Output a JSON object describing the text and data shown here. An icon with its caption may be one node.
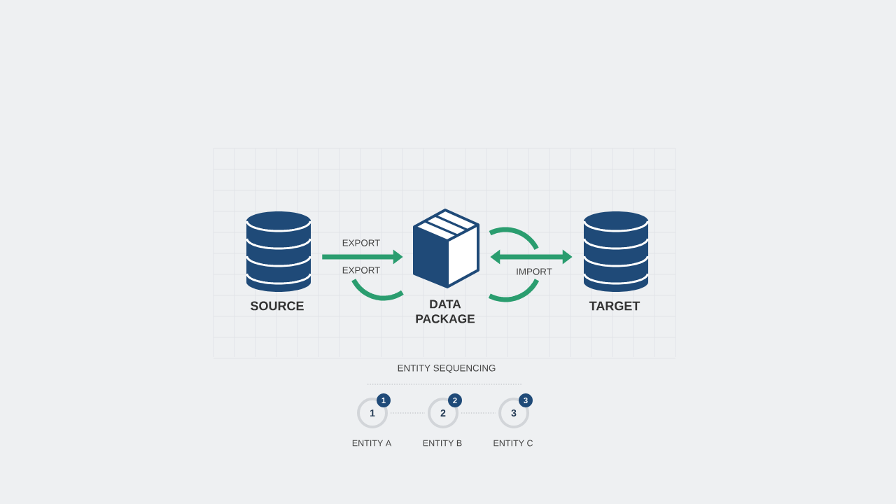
{
  "diagram": {
    "nodes": [
      {
        "text": [
          "SOURCE"
        ]
      },
      {
        "text": [
          "DATA PACKAGE"
        ]
      },
      {
        "text": [
          "TARGET"
        ]
      },
      {
        "text": [
          "1"
        ],
        "beside": [
          "ENTITY A"
        ]
      },
      {
        "text": [
          "1"
        ]
      },
      {
        "text": [
          "2"
        ],
        "beside": [
          "ENTITY B"
        ]
      },
      {
        "text": [
          "2"
        ]
      },
      {
        "text": [
          "3"
        ],
        "beside": [
          "ENTITY C"
        ]
      },
      {
        "text": [
          "3"
        ]
      }
    ],
    "edges": [
      {
        "from": 0,
        "to": 1,
        "arrow": "to",
        "label": "EXPORT",
        "style": "thick"
      },
      {
        "from": 1,
        "to": 2,
        "arrow": "both",
        "label": "IMPORT",
        "style": "thick"
      },
      {
        "from": 3,
        "to": 5,
        "arrow": "none",
        "style": "dashed",
        "color": "#b5b9be"
      },
      {
        "from": 5,
        "to": 7,
        "arrow": "none",
        "style": "dashed",
        "color": "#b5b9be"
      }
    ],
    "labels": [
      "EXPORT",
      "ENTITY SEQUENCING"
    ]
  }
}
